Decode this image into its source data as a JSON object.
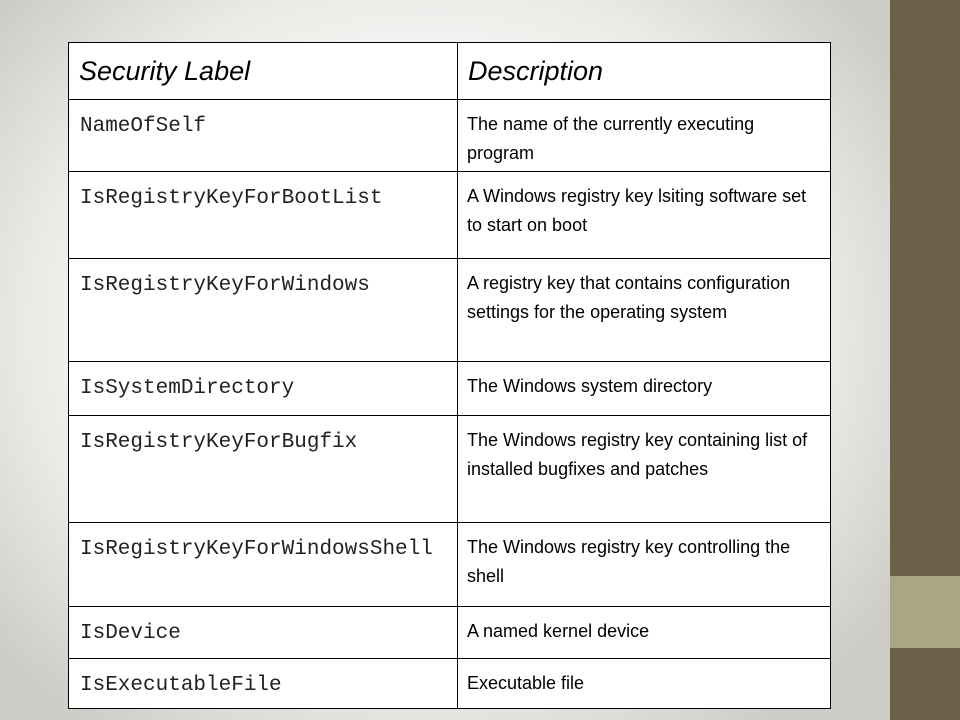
{
  "table": {
    "headers": {
      "label": "Security Label",
      "description": "Description"
    },
    "rows": [
      {
        "label": "NameOfSelf",
        "description": "The name of the currently executing program"
      },
      {
        "label": "IsRegistryKeyForBootList",
        "description": "A Windows registry key lsiting software set to start on boot"
      },
      {
        "label": "IsRegistryKeyForWindows",
        "description": "A registry key that contains configuration settings for the operating system"
      },
      {
        "label": "IsSystemDirectory",
        "description": "The Windows system directory"
      },
      {
        "label": "IsRegistryKeyForBugfix",
        "description": "The Windows registry key containing list of installed bugfixes and patches"
      },
      {
        "label": "IsRegistryKeyForWindowsShell",
        "description": "The Windows registry key controlling the shell"
      },
      {
        "label": "IsDevice",
        "description": "A named kernel device"
      },
      {
        "label": "IsExecutableFile",
        "description": "Executable file"
      }
    ]
  },
  "colors": {
    "side_band": "#6b6048",
    "side_accent": "#a9a684",
    "border": "#000000"
  }
}
